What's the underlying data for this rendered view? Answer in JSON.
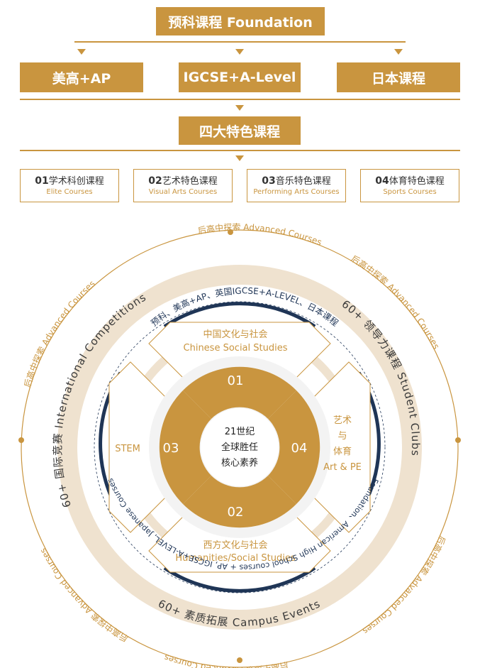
{
  "header": {
    "foundation": "预科课程 Foundation",
    "tracks": [
      "美高+AP",
      "IGCSE+A-Level",
      "日本课程"
    ],
    "four_courses_title": "四大特色课程"
  },
  "courses": [
    {
      "num": "01",
      "cn": "学术科创课程",
      "en": "Elite Courses"
    },
    {
      "num": "02",
      "cn": "艺术特色课程",
      "en": "Visual Arts Courses"
    },
    {
      "num": "03",
      "cn": "音乐特色课程",
      "en": "Performing Arts Courses"
    },
    {
      "num": "04",
      "cn": "体育特色课程",
      "en": "Sports Courses"
    }
  ],
  "wheel": {
    "center": [
      "21世纪",
      "全球胜任",
      "核心素养"
    ],
    "quadrants": {
      "q1": "01",
      "q2": "02",
      "q3": "03",
      "q4": "04"
    },
    "top_label_cn": "中国文化与社会",
    "top_label_en": "Chinese Social Studies",
    "bottom_label_cn": "西方文化与社会",
    "bottom_label_en": "Humanities/Social Studies",
    "left_label": "STEM",
    "right_label": [
      "艺术",
      "与",
      "体育",
      "Art & PE"
    ],
    "inner_arc_top": "预科、美高+AP、英国IGCSE+A-LEVEL、日本课程",
    "inner_arc_bottom": "Foundation、American High School courses + AP, IGCSE+A-LEVEL, Japanese Courses",
    "ring_left": "60+ 国际竞赛 International Competitions",
    "ring_right": "60+ 领导力课程 Student Clubs",
    "ring_bottom": "60+ 素质拓展 Campus Events",
    "outer_labels": [
      "后高中探索 Advanced Courses",
      "后高中探索 Advanced Courses",
      "后高中探索 Advanced Courses",
      "后高中探索 Advanced Courses",
      "后高中探索 Advanced Courses",
      "后高中探索 Advanced Courses"
    ]
  },
  "colors": {
    "gold": "#c9953f",
    "navy": "#1f3556",
    "ring": "#efe2cf",
    "light_ring": "#f3f3f3"
  }
}
